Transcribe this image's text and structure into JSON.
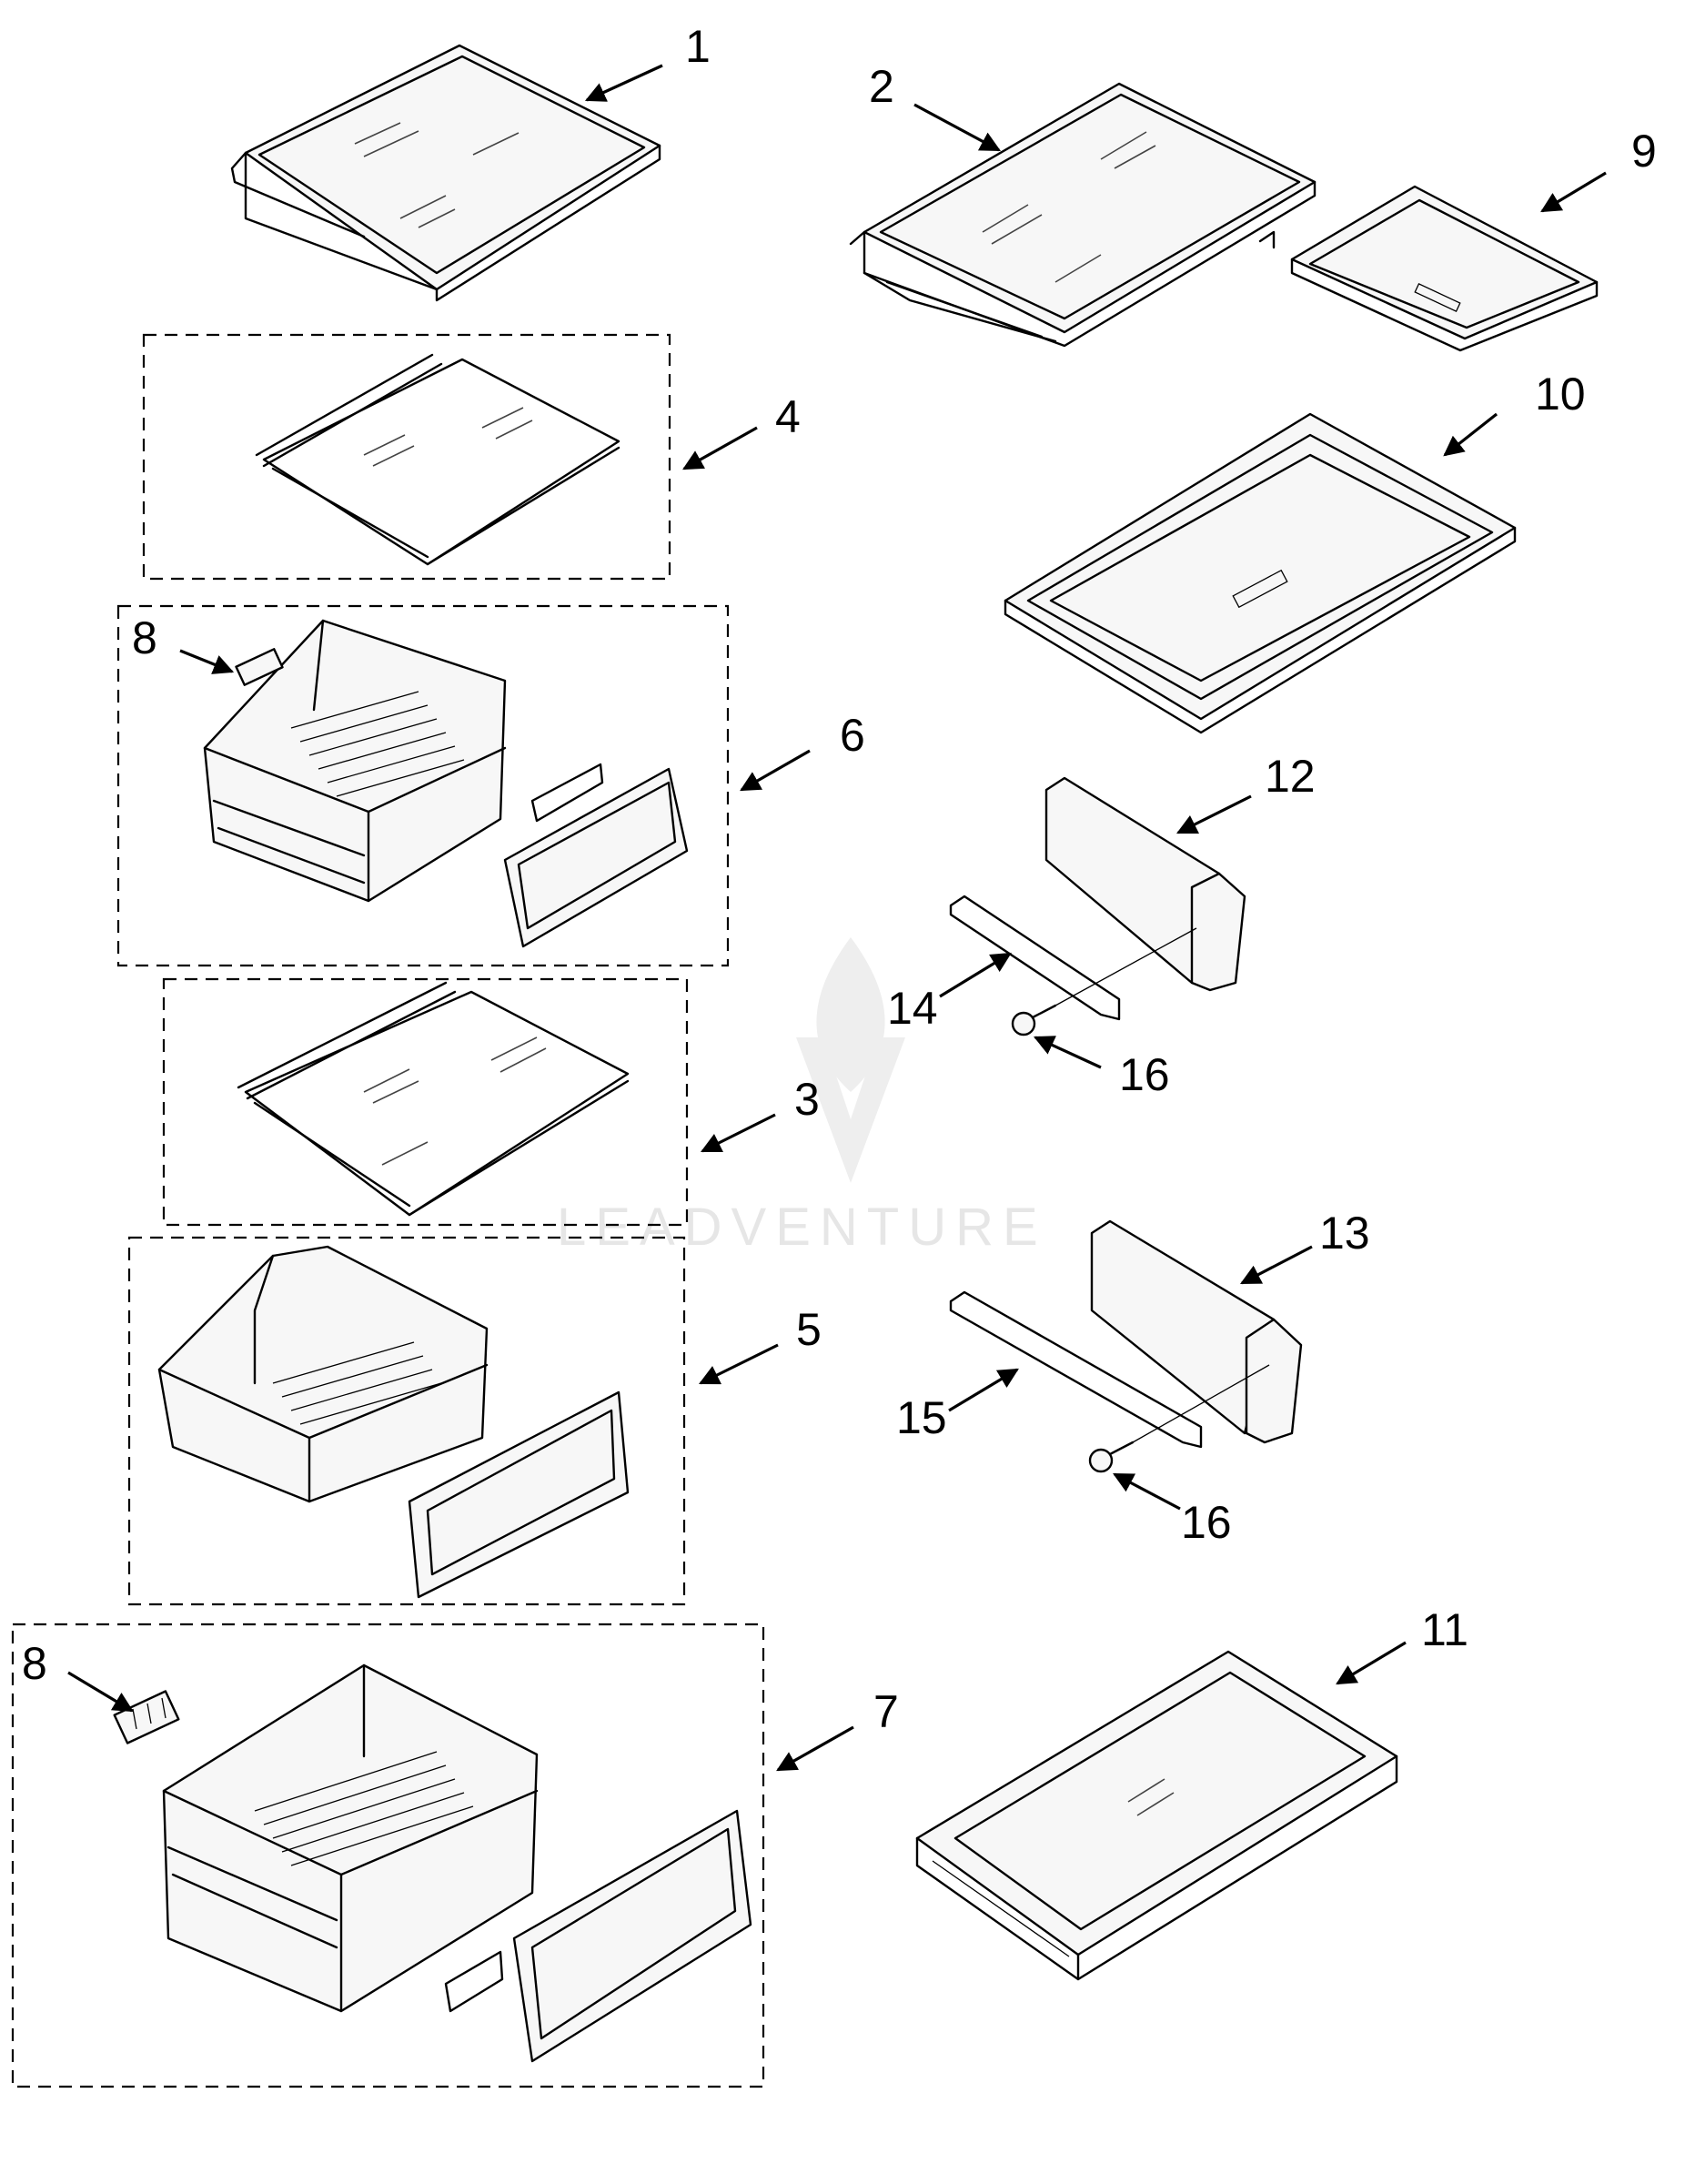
{
  "callouts": {
    "c1": "1",
    "c2": "2",
    "c3": "3",
    "c4": "4",
    "c5": "5",
    "c6": "6",
    "c7": "7",
    "c8a": "8",
    "c8b": "8",
    "c9": "9",
    "c10": "10",
    "c11": "11",
    "c12": "12",
    "c13": "13",
    "c14": "14",
    "c15": "15",
    "c16a": "16",
    "c16b": "16"
  },
  "watermark": "LEADVENTURE",
  "colors": {
    "line": "#000000",
    "watermark": "#e6e6e6",
    "background": "#ffffff"
  }
}
